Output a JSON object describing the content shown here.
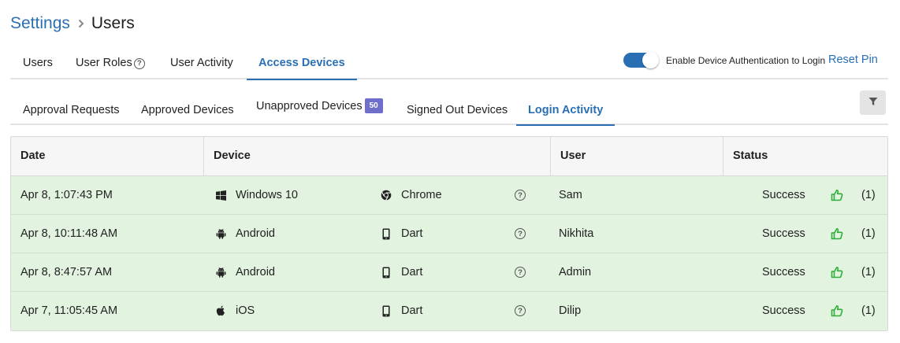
{
  "breadcrumb": {
    "parent": "Settings",
    "current": "Users"
  },
  "main_tabs": [
    {
      "label": "Users"
    },
    {
      "label": "User Roles"
    },
    {
      "label": "User Activity"
    },
    {
      "label": "Access Devices",
      "active": true
    }
  ],
  "device_auth": {
    "label": "Enable Device Authentication to Login",
    "enabled": true,
    "reset_label": "Reset Pin"
  },
  "sub_tabs": [
    {
      "label": "Approval Requests"
    },
    {
      "label": "Approved Devices"
    },
    {
      "label": "Unapproved Devices",
      "badge": "50"
    },
    {
      "label": "Signed Out Devices"
    },
    {
      "label": "Login Activity",
      "active": true
    }
  ],
  "table": {
    "columns": [
      "Date",
      "Device",
      "User",
      "Status"
    ],
    "rows": [
      {
        "date": "Apr 8, 1:07:43 PM",
        "os": "Windows 10",
        "os_icon": "windows-icon",
        "client": "Chrome",
        "client_icon": "chrome-icon",
        "user": "Sam",
        "status": "Success",
        "count": "(1)"
      },
      {
        "date": "Apr 8, 10:11:48 AM",
        "os": "Android",
        "os_icon": "android-icon",
        "client": "Dart",
        "client_icon": "mobile-phone-icon",
        "user": "Nikhita",
        "status": "Success",
        "count": "(1)"
      },
      {
        "date": "Apr 8, 8:47:57 AM",
        "os": "Android",
        "os_icon": "android-icon",
        "client": "Dart",
        "client_icon": "mobile-phone-icon",
        "user": "Admin",
        "status": "Success",
        "count": "(1)"
      },
      {
        "date": "Apr 7, 11:05:45 AM",
        "os": "iOS",
        "os_icon": "apple-icon",
        "client": "Dart",
        "client_icon": "mobile-phone-icon",
        "user": "Dilip",
        "status": "Success",
        "count": "(1)"
      }
    ]
  },
  "colors": {
    "accent": "#2a6fb4",
    "row_success": "#e2f3e0",
    "thumb_success": "#2fae3a",
    "badge": "#6f6fcb"
  }
}
